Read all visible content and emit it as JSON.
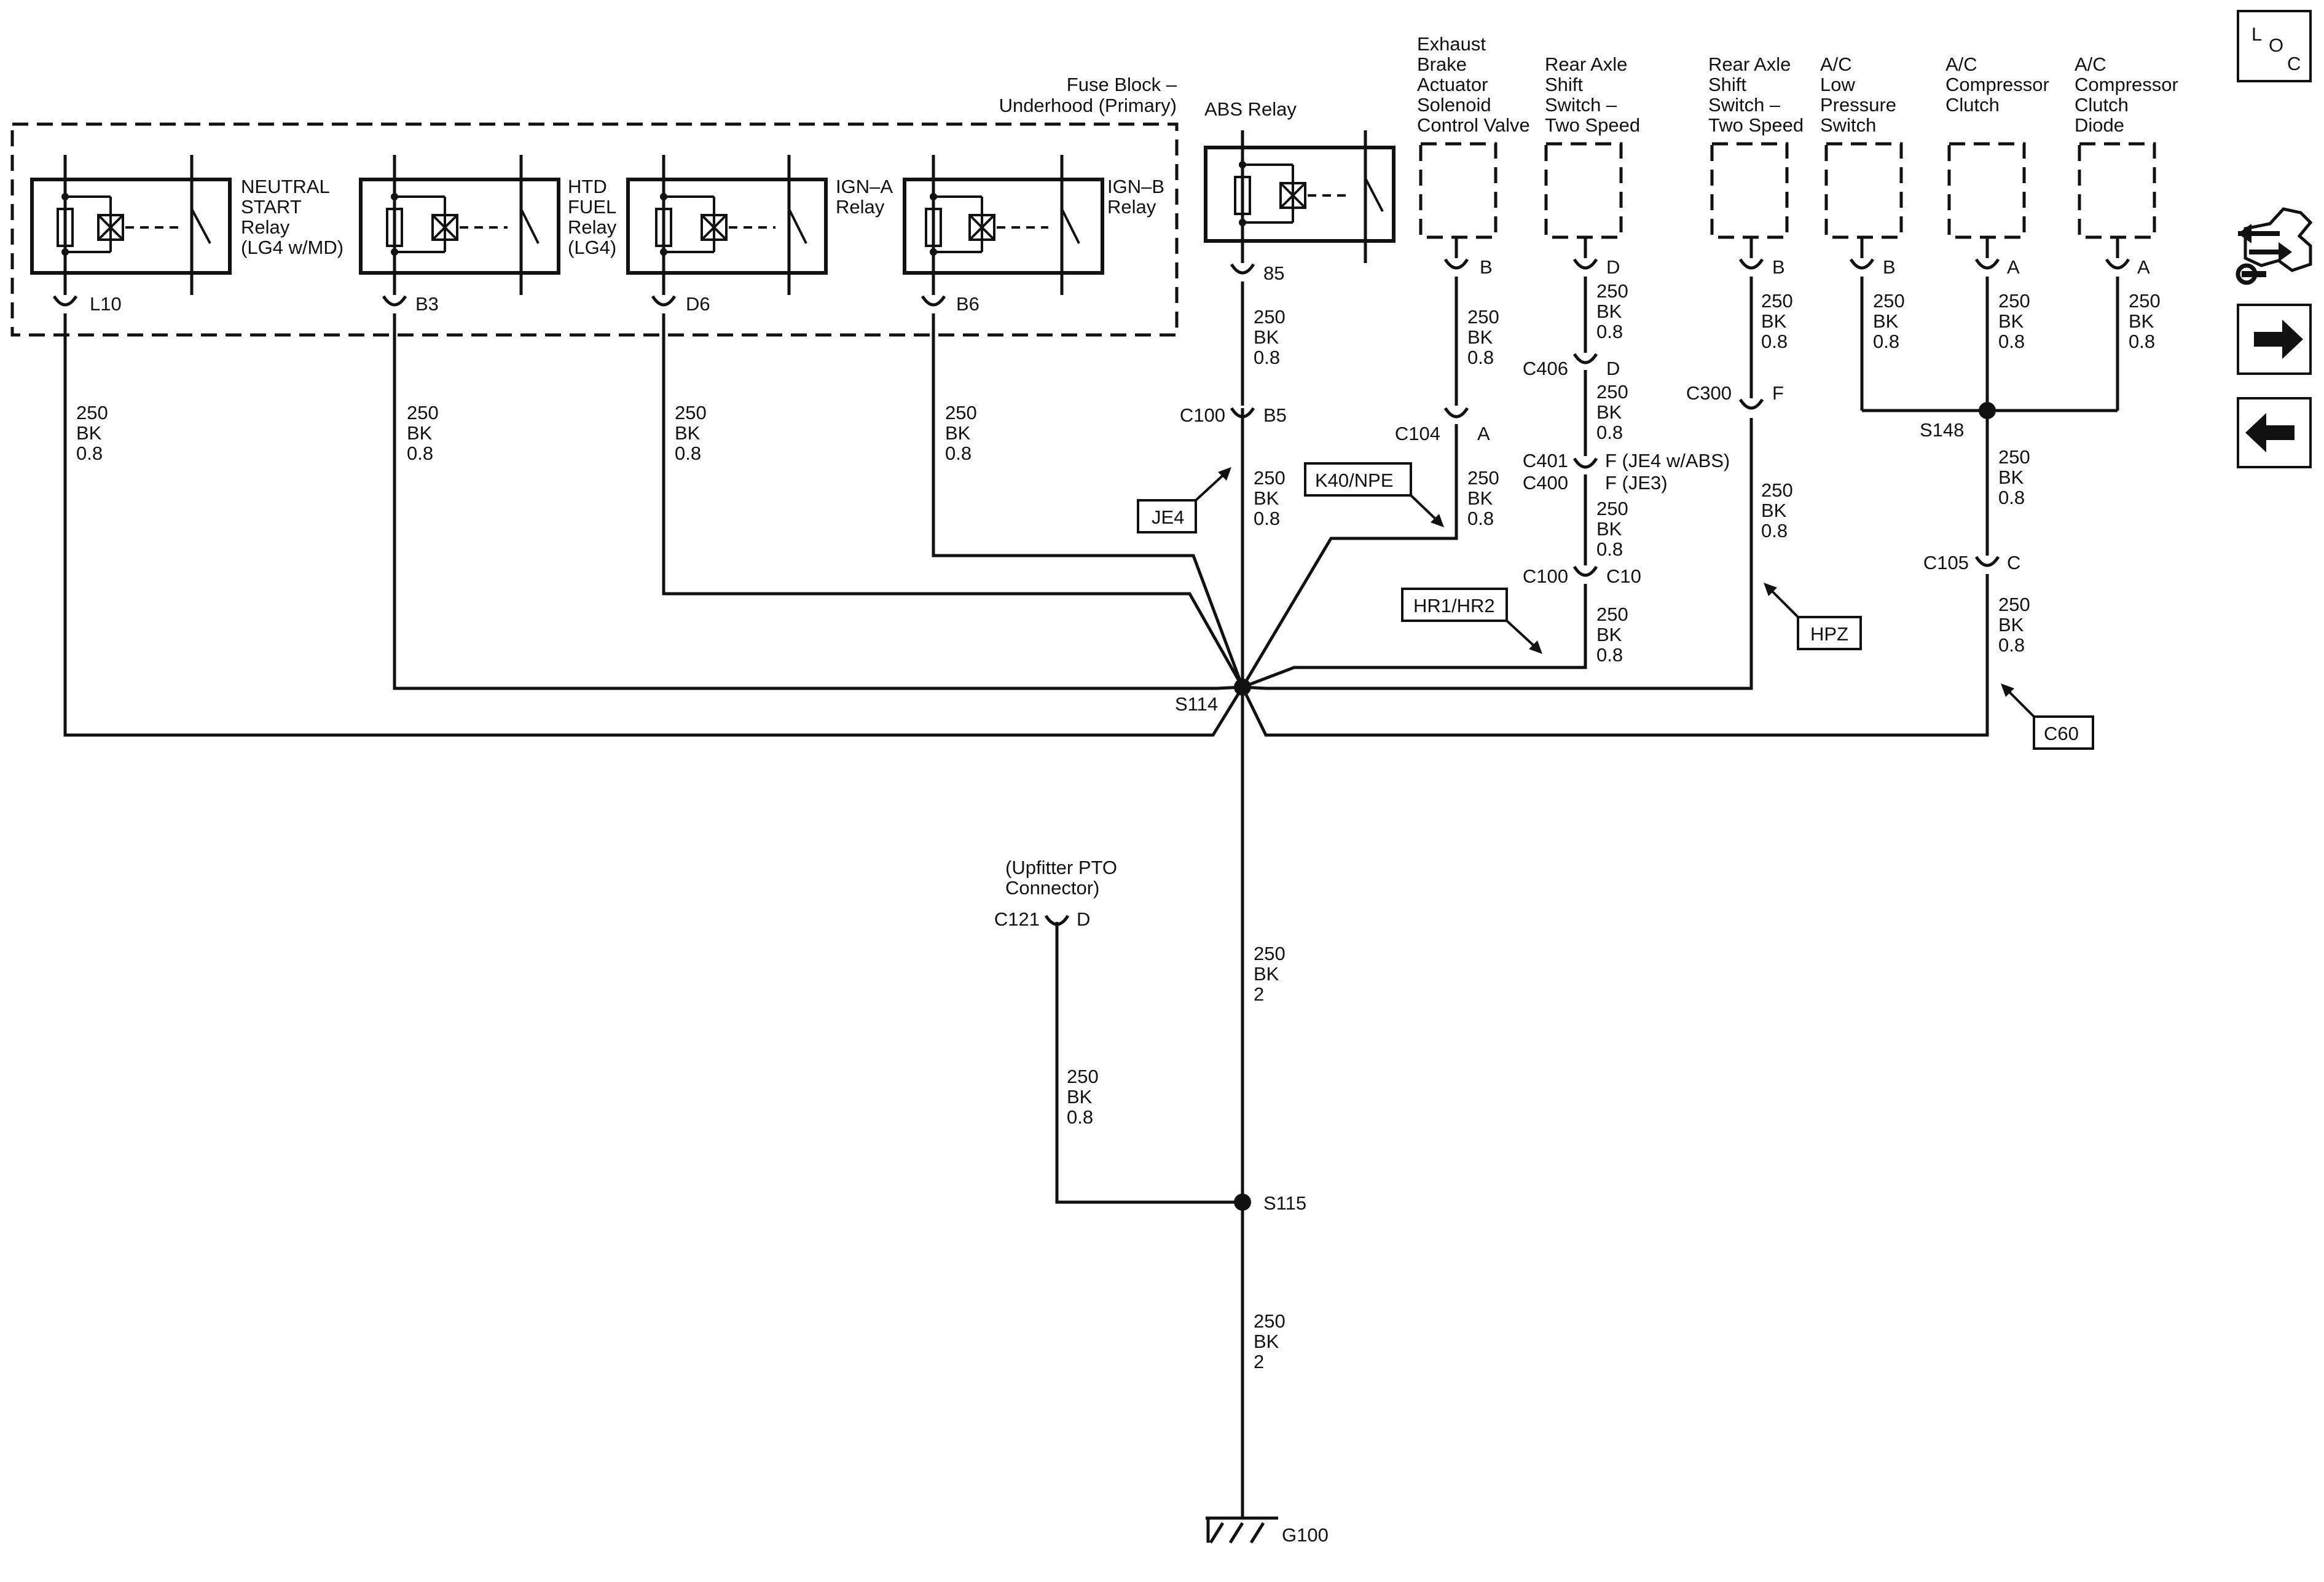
{
  "fuse_block": {
    "title_line1": "Fuse Block –",
    "title_line2": "Underhood (Primary)"
  },
  "relays": [
    {
      "name": [
        "NEUTRAL",
        "START",
        "Relay",
        "(LG4 w/MD)"
      ],
      "pin": "L10"
    },
    {
      "name": [
        "HTD",
        "FUEL",
        "Relay",
        "(LG4)"
      ],
      "pin": "B3"
    },
    {
      "name": [
        "IGN–A",
        "Relay"
      ],
      "pin": "D6"
    },
    {
      "name": [
        "IGN–B",
        "Relay"
      ],
      "pin": "B6"
    }
  ],
  "abs_relay": {
    "name": "ABS Relay",
    "pin": "85"
  },
  "components": [
    {
      "lines": [
        "Exhaust",
        "Brake",
        "Actuator",
        "Solenoid",
        "Control Valve"
      ],
      "pin": "B"
    },
    {
      "lines": [
        "Rear Axle",
        "Shift",
        "Switch –",
        "Two Speed"
      ],
      "pin": "D"
    },
    {
      "lines": [
        "Rear Axle",
        "Shift",
        "Switch –",
        "Two Speed"
      ],
      "pin": "B"
    },
    {
      "lines": [
        "A/C",
        "Low",
        "Pressure",
        "Switch"
      ],
      "pin": "B"
    },
    {
      "lines": [
        "A/C",
        "Compressor",
        "Clutch"
      ],
      "pin": "A"
    },
    {
      "lines": [
        "A/C",
        "Compressor",
        "Clutch",
        "Diode"
      ],
      "pin": "A"
    }
  ],
  "wire_labels": {
    "w1": [
      "250",
      "BK",
      "0.8"
    ],
    "w2": [
      "250",
      "BK",
      "0.8"
    ],
    "w3": [
      "250",
      "BK",
      "0.8"
    ],
    "w4": [
      "250",
      "BK",
      "0.8"
    ],
    "abs_a": [
      "250",
      "BK",
      "0.8"
    ],
    "abs_b": [
      "250",
      "BK",
      "0.8"
    ],
    "exh_a": [
      "250",
      "BK",
      "0.8"
    ],
    "exh_b": [
      "250",
      "BK",
      "0.8"
    ],
    "ra_a": [
      "250",
      "BK",
      "0.8"
    ],
    "ra_b": [
      "250",
      "BK",
      "0.8"
    ],
    "ra_c": [
      "250",
      "BK",
      "0.8"
    ],
    "ra_d": [
      "250",
      "BK",
      "0.8"
    ],
    "rb_a": [
      "250",
      "BK",
      "0.8"
    ],
    "rb_b": [
      "250",
      "BK",
      "0.8"
    ],
    "ac1": [
      "250",
      "BK",
      "0.8"
    ],
    "ac2": [
      "250",
      "BK",
      "0.8"
    ],
    "ac3": [
      "250",
      "BK",
      "0.8"
    ],
    "s148_a": [
      "250",
      "BK",
      "0.8"
    ],
    "s148_b": [
      "250",
      "BK",
      "0.8"
    ],
    "main_a": [
      "250",
      "BK",
      "2"
    ],
    "main_b": [
      "250",
      "BK",
      "2"
    ],
    "pto": [
      "250",
      "BK",
      "0.8"
    ]
  },
  "connectors": {
    "c100_abs": {
      "id": "C100",
      "pin": "B5"
    },
    "c104": {
      "id": "C104",
      "pin": "A"
    },
    "c406": {
      "id": "C406",
      "pin": "D"
    },
    "c401": {
      "id": "C401",
      "pin": "F (JE4 w/ABS)"
    },
    "c400": {
      "id": "C400",
      "pin": "F (JE3)"
    },
    "c100_ra": {
      "id": "C100",
      "pin": "C10"
    },
    "c300": {
      "id": "C300",
      "pin": "F"
    },
    "c105": {
      "id": "C105",
      "pin": "C"
    },
    "c121": {
      "id": "C121",
      "pin": "D"
    }
  },
  "pto_connector": {
    "line1": "(Upfitter PTO",
    "line2": "Connector)"
  },
  "splices": {
    "s114": "S114",
    "s115": "S115",
    "s148": "S148"
  },
  "ground": "G100",
  "options": {
    "je4": "JE4",
    "k40": "K40/NPE",
    "hr": "HR1/HR2",
    "hpz": "HPZ",
    "c60": "C60"
  },
  "nav": {
    "loc": [
      "L",
      "O",
      "C"
    ],
    "icons": [
      "component-locator-icon",
      "next-page-icon",
      "previous-page-icon"
    ]
  }
}
